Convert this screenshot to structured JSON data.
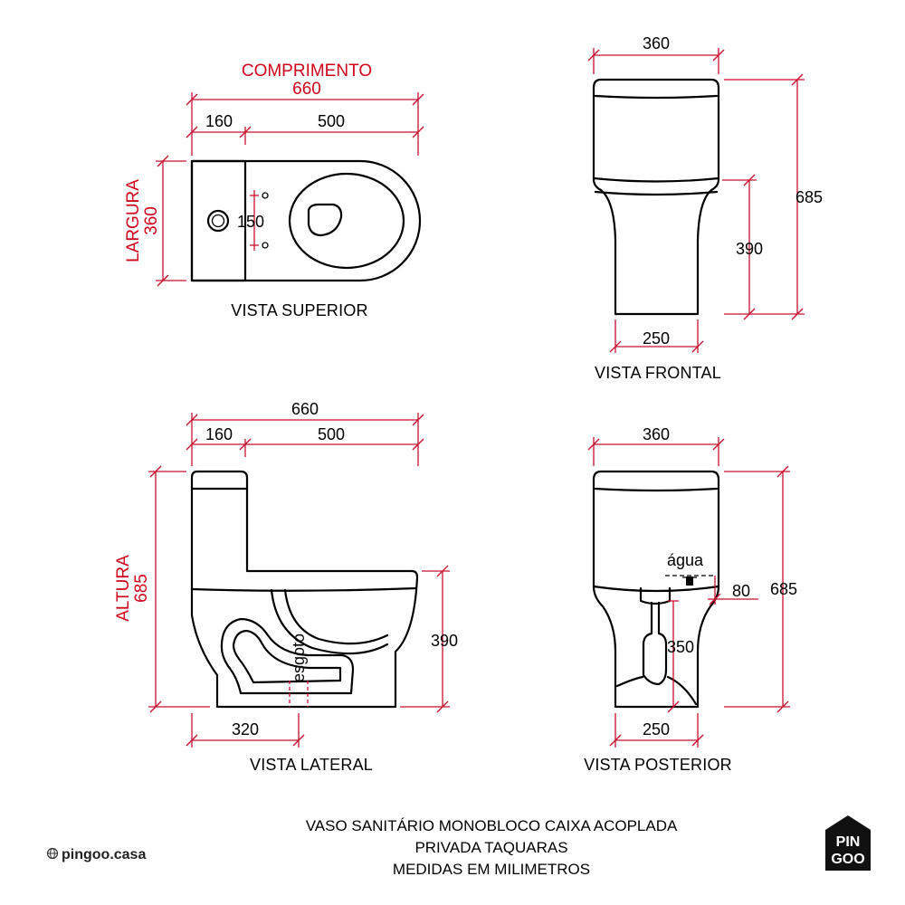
{
  "top_view": {
    "title": "VISTA SUPERIOR",
    "length_label": "COMPRIMENTO",
    "length_value": "660",
    "dim_tank": "160",
    "dim_bowl": "500",
    "width_label": "LARGURA",
    "width_value": "360",
    "dim_holes": "150"
  },
  "front_view": {
    "title": "VISTA FRONTAL",
    "dim_width": "360",
    "dim_height": "685",
    "dim_seat_height": "390",
    "dim_base": "250"
  },
  "side_view": {
    "title": "VISTA LATERAL",
    "dim_total": "660",
    "dim_tank": "160",
    "dim_bowl": "500",
    "height_label": "ALTURA",
    "height_value": "685",
    "dim_seat_height": "390",
    "dim_drain": "320",
    "drain_label": "esgoto"
  },
  "rear_view": {
    "title": "VISTA POSTERIOR",
    "dim_width": "360",
    "dim_height": "685",
    "water_label": "água",
    "dim_water": "80",
    "dim_drain": "350",
    "dim_base": "250"
  },
  "footer": {
    "line1": "VASO SANITÁRIO MONOBLOCO CAIXA ACOPLADA",
    "line2": "PRIVADA TAQUARAS",
    "line3": "MEDIDAS EM MILIMETROS",
    "brand": "pingoo.casa",
    "logo_top": "PIN",
    "logo_bottom": "GOO"
  },
  "colors": {
    "dimension_red": "#d0021b",
    "outline": "#000000"
  }
}
